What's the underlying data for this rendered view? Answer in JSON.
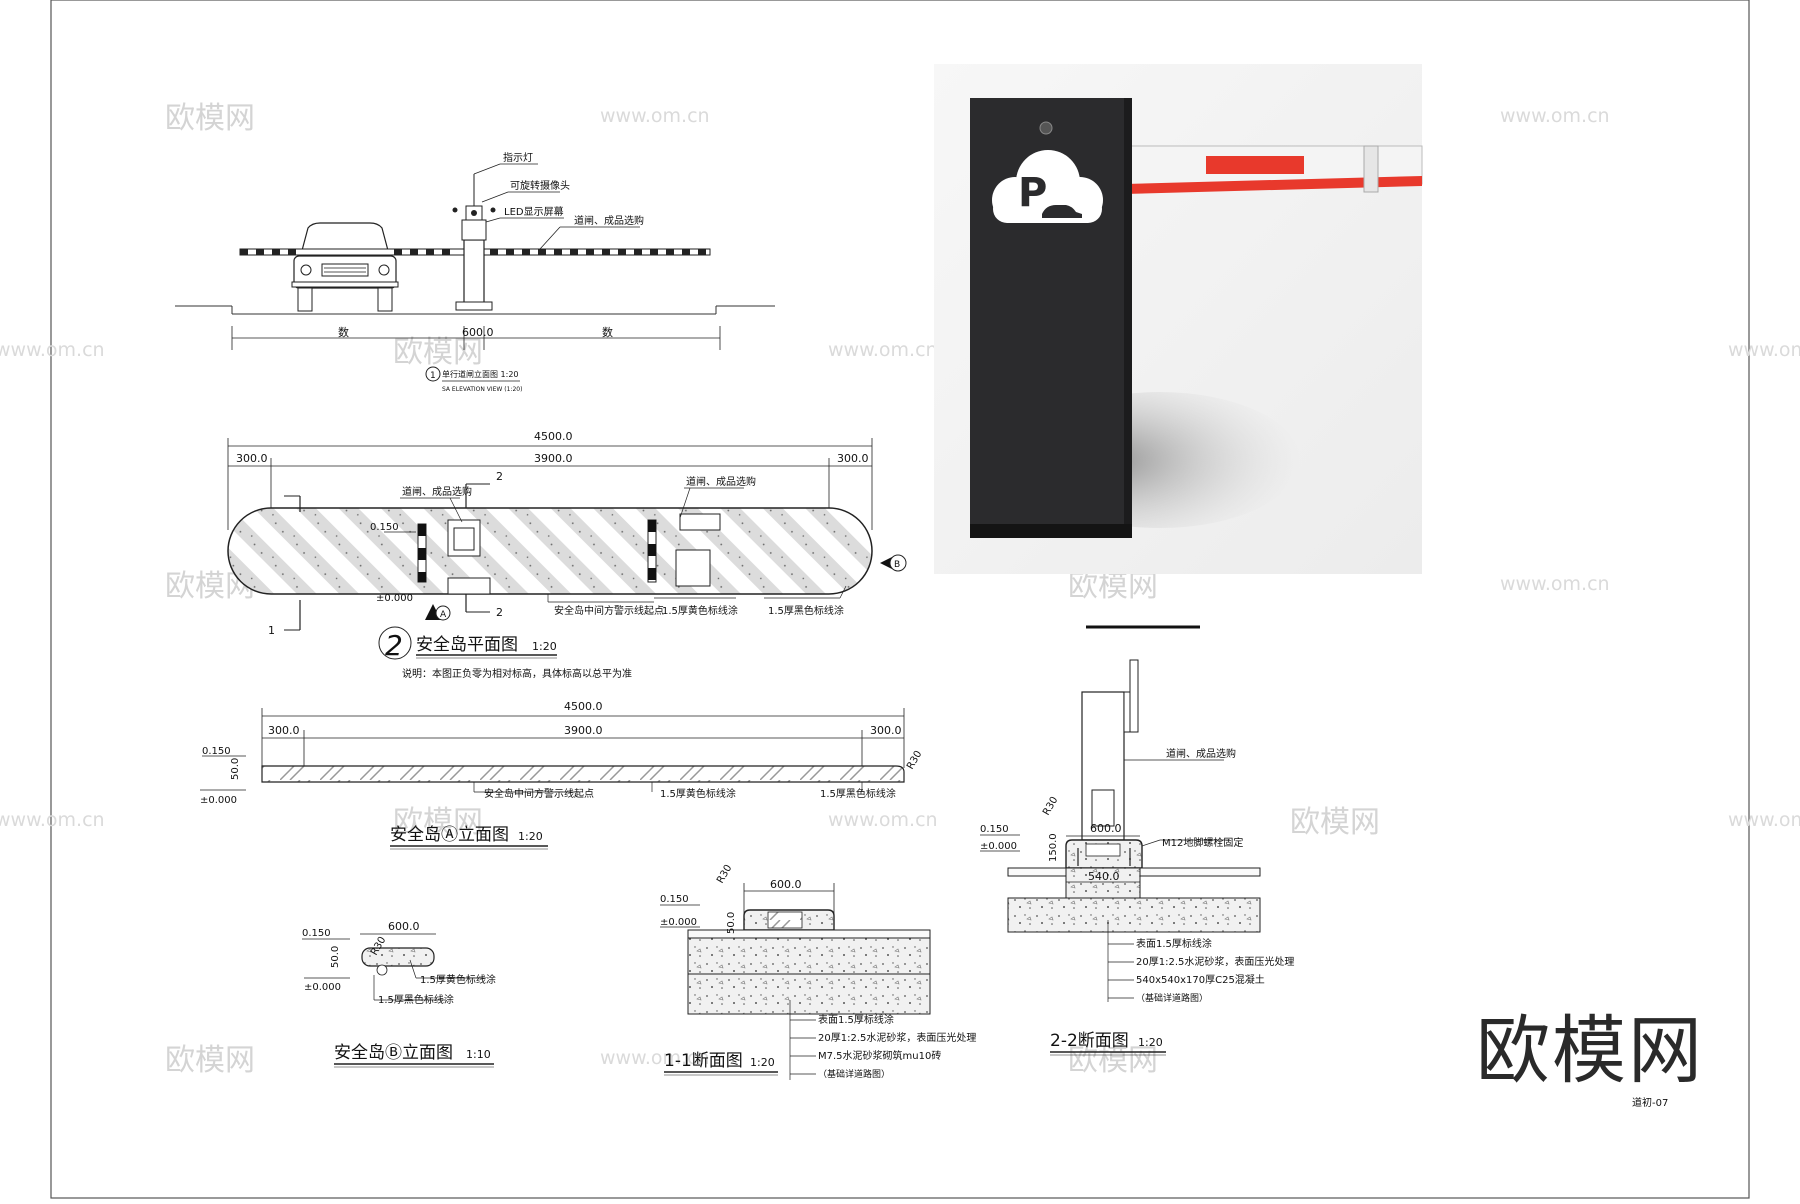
{
  "watermark": {
    "name": "欧模网",
    "url": "www.om.cn"
  },
  "elevation": {
    "labels": [
      "指示灯",
      "可旋转摄像头",
      "LED显示屏幕",
      "道闸、成品选购"
    ],
    "dim_left": "数",
    "dim_mid": "600.0",
    "dim_right": "数",
    "title_num": "1",
    "title": "单行道闸立面图 1:20",
    "subtitle": "SA ELEVATION VIEW (1:20)"
  },
  "plan": {
    "dim_total": "4500.0",
    "dim_left": "300.0",
    "dim_mid": "3900.0",
    "dim_right": "300.0",
    "section_2": "2",
    "section_1": "1",
    "label_barrier_1": "道闸、成品选购",
    "label_barrier_2": "道闸、成品选购",
    "level_top": "0.150",
    "level_zero": "±0.000",
    "marker_a": "A",
    "marker_b": "B",
    "label_start": "安全岛中间方警示线起点",
    "label_yellow": "1.5厚黄色标线涂",
    "label_black": "1.5厚黑色标线涂",
    "title_num": "2",
    "title": "安全岛平面图",
    "scale": "1:20",
    "note": "说明：本图正负零为相对标高，具体标高以总平为准"
  },
  "elev_a": {
    "dim_total": "4500.0",
    "dim_left": "300.0",
    "dim_mid": "3900.0",
    "dim_right": "300.0",
    "level_top": "0.150",
    "level_zero": "±0.000",
    "h": "50.0",
    "radius": "R30",
    "label_start": "安全岛中间方警示线起点",
    "label_yellow": "1.5厚黄色标线涂",
    "label_black": "1.5厚黑色标线涂",
    "title": "安全岛Ⓐ立面图",
    "scale": "1:20"
  },
  "elev_b": {
    "level_top": "0.150",
    "level_zero": "±0.000",
    "width": "600.0",
    "h": "50.0",
    "radius": "R30",
    "label_yellow": "1.5厚黄色标线涂",
    "label_black": "1.5厚黑色标线涂",
    "title": "安全岛Ⓑ立面图",
    "scale": "1:10"
  },
  "section_1_1": {
    "level_top": "0.150",
    "level_zero": "±0.000",
    "width": "600.0",
    "h": "50.0",
    "radius": "R30",
    "notes": [
      "表面1.5厚标线涂",
      "20厚1:2.5水泥砂浆，表面压光处理",
      "M7.5水泥砂浆砌筑mu10砖",
      "（基础详道路图）"
    ],
    "title": "1-1断面图",
    "scale": "1:20"
  },
  "section_2_2": {
    "level_top": "0.150",
    "level_zero": "±0.000",
    "width": "600.0",
    "base": "540.0",
    "h": "150.0",
    "radius": "R30",
    "label_barrier": "道闸、成品选购",
    "label_bolt": "M12地脚螺栓固定",
    "notes": [
      "表面1.5厚标线涂",
      "20厚1:2.5水泥砂浆，表面压光处理",
      "540x540x170厚C25混凝土",
      "（基础详道路图）"
    ],
    "title": "2-2断面图",
    "scale": "1:20"
  },
  "photo": {
    "sign_letter": "P"
  },
  "brand_logo": "欧模网",
  "sheet_code": "道初-07",
  "colors": {
    "boom_red": "#e8392c",
    "cabinet": "#2b2b2d"
  }
}
